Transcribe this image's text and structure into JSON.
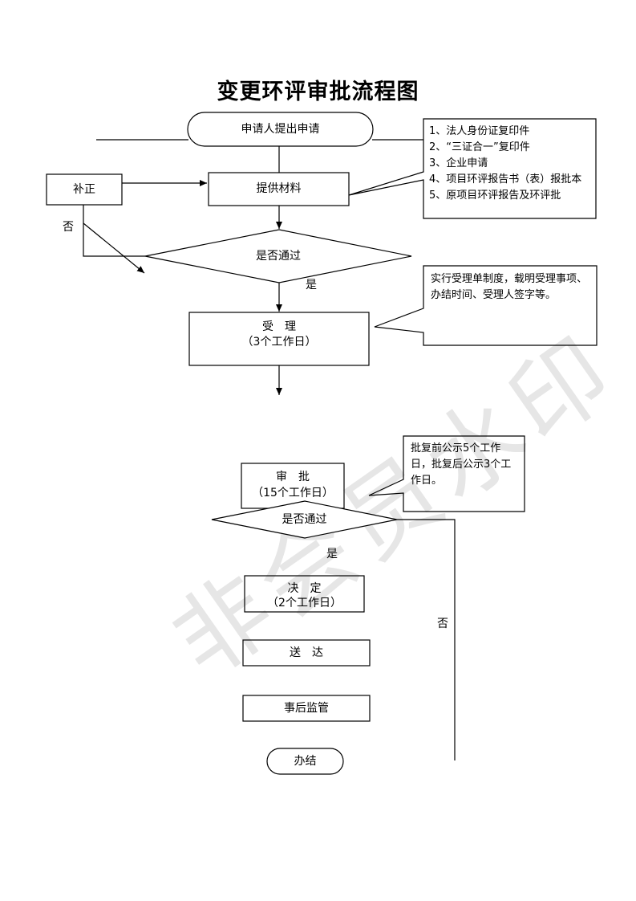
{
  "title": "变更环评审批流程图",
  "watermark": "非会员水印",
  "nodes": {
    "apply": "申请人提出申请",
    "provide": "提供材料",
    "supplement": "补正",
    "check1": "是否通过",
    "accept_line1": "受　理",
    "accept_line2": "（3个工作日）",
    "approve_line1": "审　批",
    "approve_line2": "（15个工作日）",
    "check2": "是否通过",
    "decide_line1": "决　定",
    "decide_line2": "（2个工作日）",
    "deliver": "送　达",
    "supervise": "事后监管",
    "end": "办结"
  },
  "edge_labels": {
    "no1": "否",
    "yes1": "是",
    "yes2": "是",
    "no2": "否"
  },
  "notes": {
    "materials": [
      "1、法人身份证复印件",
      "2、“三证合一”复印件",
      "3、企业申请",
      "4、项目环评报告书（表）报批本",
      "5、原项目环评报告及环评批"
    ],
    "acceptance": "实行受理单制度，载明受理事项、办结时间、受理人签字等。",
    "publicity": "批复前公示5个工作日，批复后公示3个工作日。"
  }
}
